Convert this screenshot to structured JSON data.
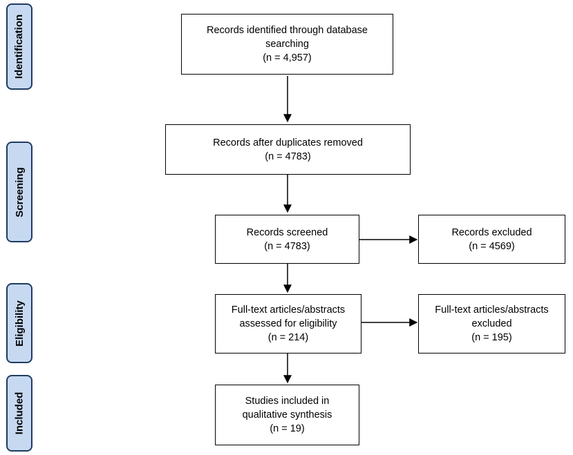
{
  "stages": {
    "identification": "Identification",
    "screening": "Screening",
    "eligibility": "Eligibility",
    "included": "Included"
  },
  "boxes": {
    "identified": {
      "line1": "Records identified through database",
      "line2": "searching",
      "line3": "(n = 4,957)"
    },
    "duplicates_removed": {
      "line1": "Records after duplicates removed",
      "line2": "(n = 4783)"
    },
    "screened": {
      "line1": "Records screened",
      "line2": "(n = 4783)"
    },
    "excluded": {
      "line1": "Records excluded",
      "line2": "(n = 4569)"
    },
    "assessed": {
      "line1": "Full-text articles/abstracts",
      "line2": "assessed for eligibility",
      "line3": "(n = 214)"
    },
    "fulltext_excluded": {
      "line1": "Full-text articles/abstracts",
      "line2": "excluded",
      "line3": "(n = 195)"
    },
    "included": {
      "line1": "Studies included in",
      "line2": "qualitative synthesis",
      "line3": "(n = 19)"
    }
  },
  "colors": {
    "stage_fill": "#c6d9f1",
    "stage_border": "#1f3b5f",
    "box_border": "#000000",
    "arrow": "#000000"
  }
}
